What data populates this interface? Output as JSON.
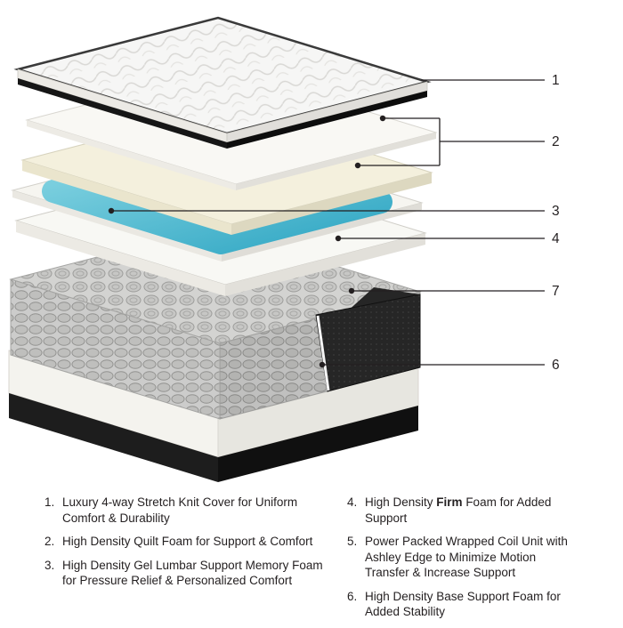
{
  "colors": {
    "line": "#231f20",
    "gel_teal": "#45b4cd",
    "binding_black": "#161616",
    "coil_gray": "#c9c9c7",
    "background": "#ffffff"
  },
  "diagram": {
    "description": "Exploded side view of mattress layers",
    "callouts": [
      {
        "label": "1"
      },
      {
        "label": "2"
      },
      {
        "label": "3"
      },
      {
        "label": "4"
      },
      {
        "label": "7"
      },
      {
        "label": "6"
      }
    ]
  },
  "legend": {
    "left": [
      {
        "num": "1.",
        "pre": "Luxury 4-way Stretch Knit Cover for Uniform Comfort & Durability",
        "bold": "",
        "post": ""
      },
      {
        "num": "2.",
        "pre": "High Density Quilt Foam for Support & Comfort",
        "bold": "",
        "post": ""
      },
      {
        "num": "3.",
        "pre": "High Density Gel Lumbar Support Memory Foam for Pressure Relief & Personalized Comfort",
        "bold": "",
        "post": ""
      }
    ],
    "right": [
      {
        "num": "4.",
        "pre": "High Density ",
        "bold": "Firm",
        "post": " Foam for Added Support"
      },
      {
        "num": "5.",
        "pre": "Power Packed Wrapped Coil Unit with Ashley Edge to Minimize Motion Transfer & Increase Support",
        "bold": "",
        "post": ""
      },
      {
        "num": "6.",
        "pre": "High Density Base Support Foam for Added Stability",
        "bold": "",
        "post": ""
      }
    ]
  }
}
